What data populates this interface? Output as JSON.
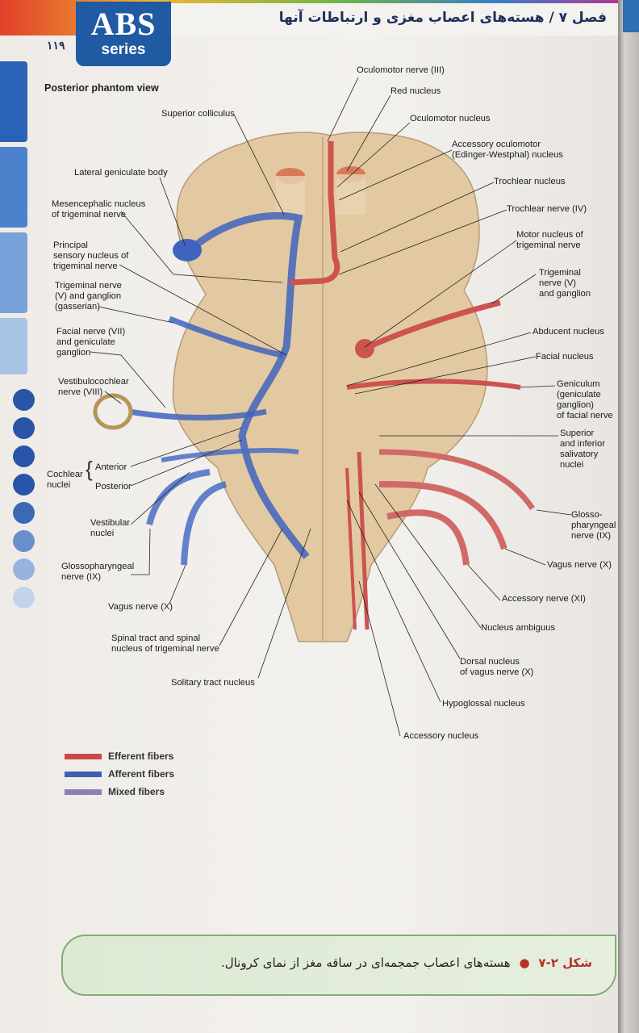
{
  "header": {
    "chapter_title": "فصل ۷ / هسته‌های اعصاب مغزی و ارتباطات آنها",
    "logo_main": "ABS",
    "logo_sub": "series",
    "page_number": "۱۱۹"
  },
  "figure": {
    "view_title": "Posterior phantom view",
    "labels": {
      "oculomotor_nerve": "Oculomotor nerve (III)",
      "red_nucleus": "Red nucleus",
      "oculomotor_nucleus": "Oculomotor nucleus",
      "accessory_oculomotor_1": "Accessory oculomotor",
      "accessory_oculomotor_2": "(Edinger-Westphal) nucleus",
      "superior_colliculus": "Superior colliculus",
      "lateral_geniculate": "Lateral geniculate body",
      "mesencephalic_1": "Mesencephalic nucleus",
      "mesencephalic_2": "of trigeminal nerve",
      "principal_1": "Principal",
      "principal_2": "sensory nucleus of",
      "principal_3": "trigeminal nerve",
      "trigeminal_ganglion_1": "Trigeminal nerve",
      "trigeminal_ganglion_2": "(V) and ganglion",
      "trigeminal_ganglion_3": "(gasserian)",
      "facial_nerve_1": "Facial nerve (VII)",
      "facial_nerve_2": "and geniculate",
      "facial_nerve_3": "ganglion",
      "vestibulocochlear_1": "Vestibulocochlear",
      "vestibulocochlear_2": "nerve (VIII)",
      "cochlear_1": "Cochlear",
      "cochlear_2": "nuclei",
      "anterior": "Anterior",
      "posterior": "Posterior",
      "vestibular_1": "Vestibular",
      "vestibular_2": "nuclei",
      "glossopharyngeal_l_1": "Glossopharyngeal",
      "glossopharyngeal_l_2": "nerve (IX)",
      "vagus_l": "Vagus nerve (X)",
      "spinal_tract_1": "Spinal tract and spinal",
      "spinal_tract_2": "nucleus of trigeminal nerve",
      "solitary": "Solitary tract nucleus",
      "trochlear_nucleus": "Trochlear nucleus",
      "trochlear_nerve": "Trochlear nerve (IV)",
      "motor_nucleus_1": "Motor nucleus of",
      "motor_nucleus_2": "trigeminal nerve",
      "trigeminal_r_1": "Trigeminal",
      "trigeminal_r_2": "nerve (V)",
      "trigeminal_r_3": "and ganglion",
      "abducent": "Abducent nucleus",
      "facial_nucleus": "Facial nucleus",
      "geniculum_1": "Geniculum",
      "geniculum_2": "(geniculate ganglion)",
      "geniculum_3": "of facial nerve",
      "salivatory_1": "Superior",
      "salivatory_2": "and inferior",
      "salivatory_3": "salivatory",
      "salivatory_4": "nuclei",
      "glossopharyngeal_r_1": "Glosso-",
      "glossopharyngeal_r_2": "pharyngeal",
      "glossopharyngeal_r_3": "nerve (IX)",
      "vagus_r": "Vagus nerve (X)",
      "accessory_nerve": "Accessory nerve (XI)",
      "ambiguus": "Nucleus ambiguus",
      "dorsal_vagus_1": "Dorsal nucleus",
      "dorsal_vagus_2": "of vagus nerve (X)",
      "hypoglossal": "Hypoglossal nucleus",
      "accessory_nucleus": "Accessory nucleus"
    },
    "legend": [
      {
        "label": "Efferent fibers",
        "color": "#c9494a"
      },
      {
        "label": "Afferent fibers",
        "color": "#3f5fb0"
      },
      {
        "label": "Mixed fibers",
        "color": "#8e7fb4"
      }
    ]
  },
  "caption": {
    "number": "شکل ۲-۷",
    "text": "هسته‌های اعصاب جمجمه‌ای در ساقه مغز از نمای کرونال."
  },
  "colors": {
    "brand_blue": "#1f5aa3",
    "efferent": "#c9494a",
    "afferent": "#3f5fb0",
    "tissue": "#e2c9a3"
  }
}
